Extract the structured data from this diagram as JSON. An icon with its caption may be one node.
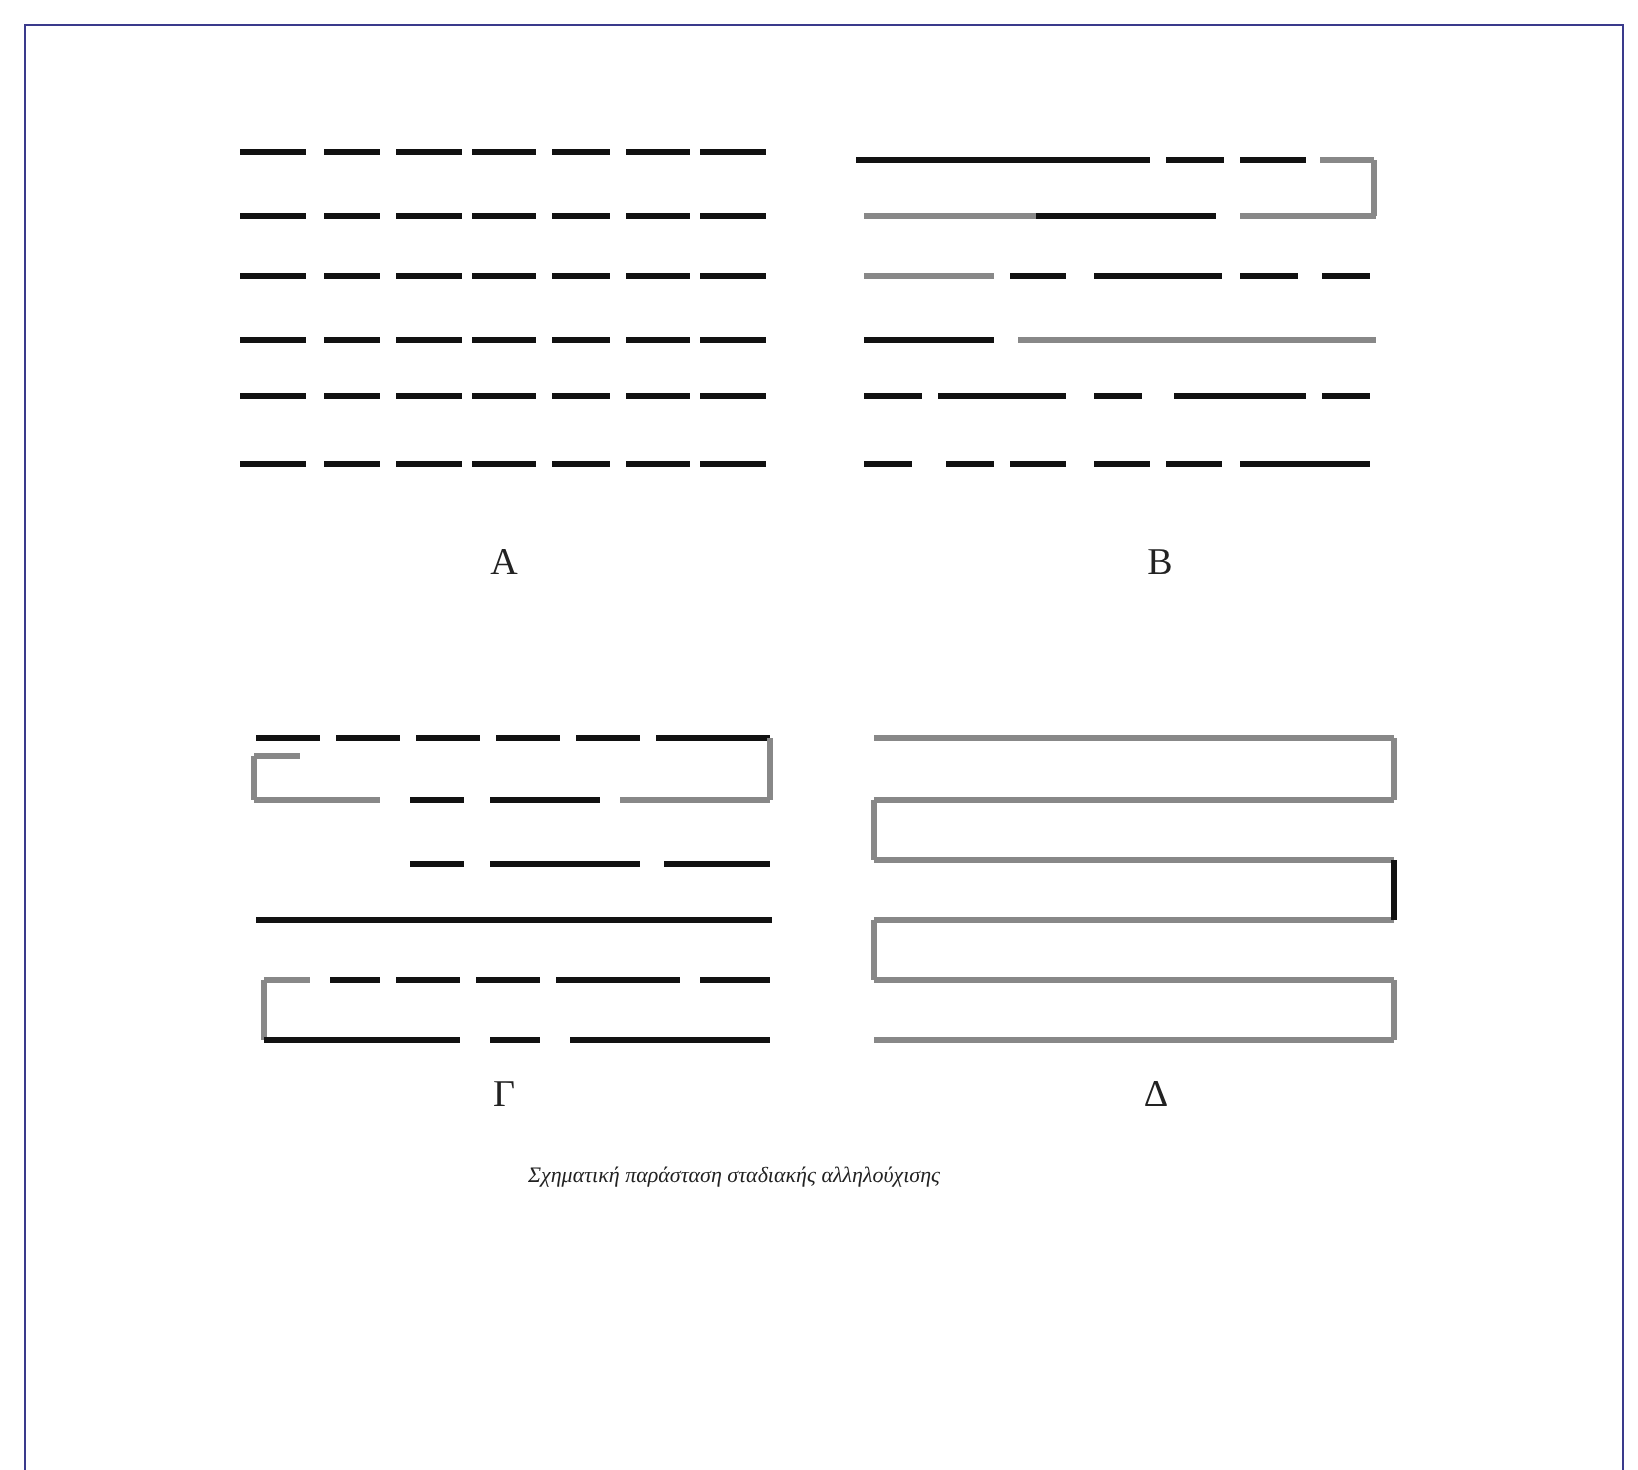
{
  "diagram": {
    "caption": "Σχηματική παράσταση σταδιακής αλληλούχισης",
    "labels": [
      "Α",
      "Β",
      "Γ",
      "Δ"
    ]
  }
}
